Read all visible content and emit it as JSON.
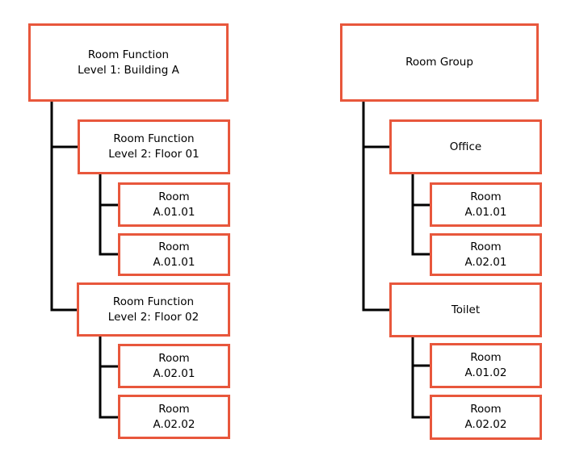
{
  "colors": {
    "background": "#ffffff",
    "box_border": "#e8573c",
    "box_fill": "#ffffff",
    "connector": "#000000",
    "text": "#000000"
  },
  "left_tree": {
    "root": {
      "line1": "Room Function",
      "line2": "Level 1: Building A",
      "children": [
        {
          "line1": "Room Function",
          "line2": "Level 2: Floor 01",
          "children": [
            {
              "line1": "Room",
              "line2": "A.01.01"
            },
            {
              "line1": "Room",
              "line2": "A.01.01"
            }
          ]
        },
        {
          "line1": "Room Function",
          "line2": "Level 2: Floor 02",
          "children": [
            {
              "line1": "Room",
              "line2": "A.02.01"
            },
            {
              "line1": "Room",
              "line2": "A.02.02"
            }
          ]
        }
      ]
    }
  },
  "right_tree": {
    "root": {
      "line1": "Room Group",
      "children": [
        {
          "line1": "Office",
          "children": [
            {
              "line1": "Room",
              "line2": "A.01.01"
            },
            {
              "line1": "Room",
              "line2": "A.02.01"
            }
          ]
        },
        {
          "line1": "Toilet",
          "children": [
            {
              "line1": "Room",
              "line2": "A.01.02"
            },
            {
              "line1": "Room",
              "line2": "A.02.02"
            }
          ]
        }
      ]
    }
  }
}
